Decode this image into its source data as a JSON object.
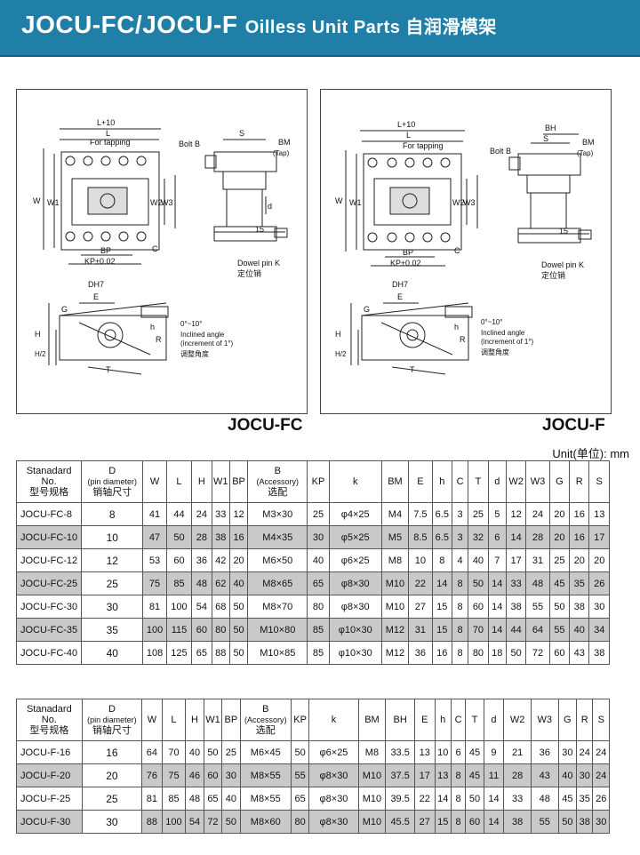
{
  "header": {
    "title_main": "JOCU-FC/JOCU-F",
    "title_sub": "Oilless Unit Parts 自润滑模架"
  },
  "diagram_labels": {
    "l10": "L+10",
    "l": "L",
    "tapping": "For tapping",
    "boltb": "Bolt B",
    "s": "S",
    "bm": "BM",
    "tap": "(Tap)",
    "bh": "BH",
    "w": "W",
    "w1": "W1",
    "w2": "W2",
    "w3": "W3",
    "d": "d",
    "c": "C",
    "bp": "BP",
    "kp": "KP±0.02",
    "n15": "15",
    "dowel": "Dowel pin K",
    "dowel_cn": "定位销",
    "dh7": "DH7",
    "e": "E",
    "g": "G",
    "h": "H",
    "h2": "H/2",
    "hh": "h",
    "r": "R",
    "t": "T",
    "angle": "0°~10°",
    "angle_f": "0°~10°",
    "inclined": "Inclined angle",
    "increment": "(increment of 1°)",
    "adjust_cn": "调整角度"
  },
  "models": {
    "left": "JOCU-FC",
    "right": "JOCU-F"
  },
  "unit_label": "Unit(单位): mm",
  "table_fc": {
    "headers": {
      "std_l1": "Stanadard",
      "std_l2": "No.",
      "std_l3": "型号规格",
      "d_l1": "D",
      "d_l2": "(pin diameter)",
      "d_l3": "销轴尺寸",
      "w": "W",
      "l": "L",
      "h": "H",
      "w1": "W1",
      "bp": "BP",
      "b_l1": "B",
      "b_l2": "(Accessory)",
      "b_l3": "选配",
      "kp": "KP",
      "k": "k",
      "bm": "BM",
      "e": "E",
      "hh": "h",
      "c": "C",
      "t": "T",
      "d": "d",
      "w2": "W2",
      "w3": "W3",
      "g": "G",
      "r": "R",
      "s": "S"
    },
    "rows": [
      [
        "JOCU-FC-8",
        "8",
        "41",
        "44",
        "24",
        "33",
        "12",
        "M3×30",
        "25",
        "φ4×25",
        "M4",
        "7.5",
        "6.5",
        "3",
        "25",
        "5",
        "12",
        "24",
        "20",
        "16",
        "13"
      ],
      [
        "JOCU-FC-10",
        "10",
        "47",
        "50",
        "28",
        "38",
        "16",
        "M4×35",
        "30",
        "φ5×25",
        "M5",
        "8.5",
        "6.5",
        "3",
        "32",
        "6",
        "14",
        "28",
        "20",
        "16",
        "17"
      ],
      [
        "JOCU-FC-12",
        "12",
        "53",
        "60",
        "36",
        "42",
        "20",
        "M6×50",
        "40",
        "φ6×25",
        "M8",
        "10",
        "8",
        "4",
        "40",
        "7",
        "17",
        "31",
        "25",
        "20",
        "20"
      ],
      [
        "JOCU-FC-25",
        "25",
        "75",
        "85",
        "48",
        "62",
        "40",
        "M8×65",
        "65",
        "φ8×30",
        "M10",
        "22",
        "14",
        "8",
        "50",
        "14",
        "33",
        "48",
        "45",
        "35",
        "26"
      ],
      [
        "JOCU-FC-30",
        "30",
        "81",
        "100",
        "54",
        "68",
        "50",
        "M8×70",
        "80",
        "φ8×30",
        "M10",
        "27",
        "15",
        "8",
        "60",
        "14",
        "38",
        "55",
        "50",
        "38",
        "30"
      ],
      [
        "JOCU-FC-35",
        "35",
        "100",
        "115",
        "60",
        "80",
        "50",
        "M10×80",
        "85",
        "φ10×30",
        "M12",
        "31",
        "15",
        "8",
        "70",
        "14",
        "44",
        "64",
        "55",
        "40",
        "34"
      ],
      [
        "JOCU-FC-40",
        "40",
        "108",
        "125",
        "65",
        "88",
        "50",
        "M10×85",
        "85",
        "φ10×30",
        "M12",
        "36",
        "16",
        "8",
        "80",
        "18",
        "50",
        "72",
        "60",
        "43",
        "38"
      ]
    ]
  },
  "table_f": {
    "headers": {
      "std_l1": "Stanadard",
      "std_l2": "No.",
      "std_l3": "型号规格",
      "d_l1": "D",
      "d_l2": "(pin diameter)",
      "d_l3": "销轴尺寸",
      "w": "W",
      "l": "L",
      "h": "H",
      "w1": "W1",
      "bp": "BP",
      "b_l1": "B",
      "b_l2": "(Accessory)",
      "b_l3": "选配",
      "kp": "KP",
      "k": "k",
      "bm": "BM",
      "bh": "BH",
      "e": "E",
      "hh": "h",
      "c": "C",
      "t": "T",
      "d": "d",
      "w2": "W2",
      "w3": "W3",
      "g": "G",
      "r": "R",
      "s": "S"
    },
    "rows": [
      [
        "JOCU-F-16",
        "16",
        "64",
        "70",
        "40",
        "50",
        "25",
        "M6×45",
        "50",
        "φ6×25",
        "M8",
        "33.5",
        "13",
        "10",
        "6",
        "45",
        "9",
        "21",
        "36",
        "30",
        "24",
        "24"
      ],
      [
        "JOCU-F-20",
        "20",
        "76",
        "75",
        "46",
        "60",
        "30",
        "M8×55",
        "55",
        "φ8×30",
        "M10",
        "37.5",
        "17",
        "13",
        "8",
        "45",
        "11",
        "28",
        "43",
        "40",
        "30",
        "24"
      ],
      [
        "JOCU-F-25",
        "25",
        "81",
        "85",
        "48",
        "65",
        "40",
        "M8×55",
        "65",
        "φ8×30",
        "M10",
        "39.5",
        "22",
        "14",
        "8",
        "50",
        "14",
        "33",
        "48",
        "45",
        "35",
        "26"
      ],
      [
        "JOCU-F-30",
        "30",
        "88",
        "100",
        "54",
        "72",
        "50",
        "M8×60",
        "80",
        "φ8×30",
        "M10",
        "45.5",
        "27",
        "15",
        "8",
        "60",
        "14",
        "38",
        "55",
        "50",
        "38",
        "30"
      ]
    ]
  }
}
